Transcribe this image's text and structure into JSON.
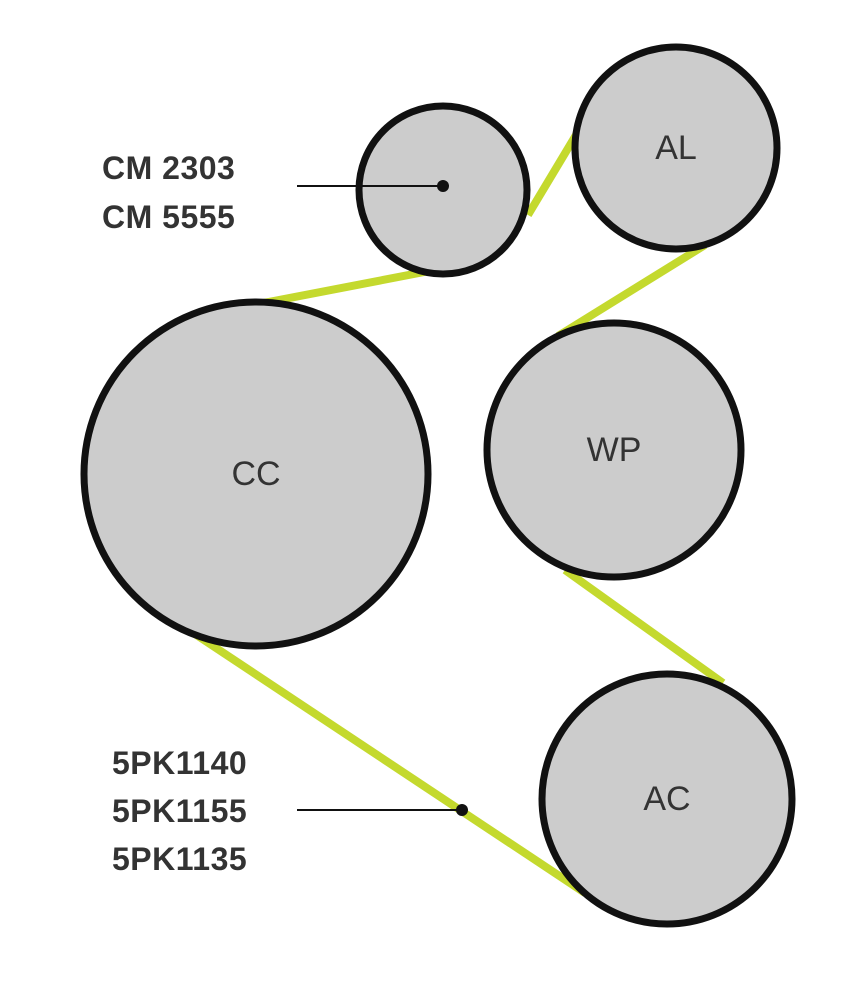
{
  "colors": {
    "belt": "#C4D92E",
    "pulley_fill": "#CCCCCC",
    "pulley_stroke": "#111111",
    "text": "#333333",
    "background": "#FFFFFF"
  },
  "pulleys": {
    "cm": {
      "label": ""
    },
    "al": {
      "label": "AL"
    },
    "cc": {
      "label": "CC"
    },
    "wp": {
      "label": "WP"
    },
    "ac": {
      "label": "AC"
    }
  },
  "tensioner_callout": {
    "lines": [
      "CM 2303",
      "CM 5555"
    ]
  },
  "belt_callout": {
    "lines": [
      "5PK1140",
      "5PK1155",
      "5PK1135"
    ]
  }
}
